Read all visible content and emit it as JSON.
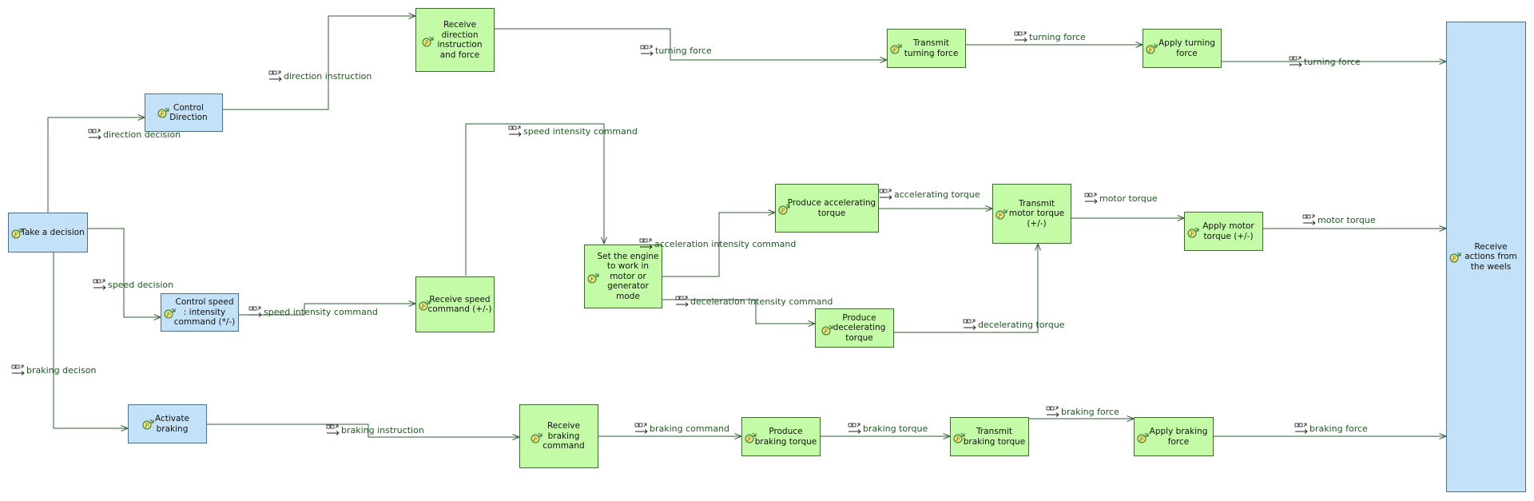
{
  "functions": {
    "take_decision": "Take a decision",
    "control_direction": "Control\nDirection",
    "control_speed": "Control speed\n: intensity\ncommand (*/-)",
    "activate_braking": "Activate\nbraking",
    "receive_direction": "Receive\ndirection\ninstruction\nand force",
    "receive_speed": "Receive speed\ncommand (+/-)",
    "set_engine": "Set the engine\nto work in\nmotor or\ngenerator\nmode",
    "produce_accelerating": "Produce accelerating\ntorque",
    "produce_decelerating": "Produce\ndecelerating\ntorque",
    "transmit_turning": "Transmit\nturning force",
    "apply_turning": "Apply turning\nforce",
    "transmit_motor": "Transmit\nmotor torque\n(+/-)",
    "apply_motor": "Apply motor\ntorque (+/-)",
    "receive_braking": "Receive\nbraking\ncommand",
    "produce_braking": "Produce\nbraking torque",
    "transmit_braking": "Transmit\nbraking torque",
    "apply_braking": "Apply braking\nforce",
    "receive_actions": "Receive\nactions from\nthe weels"
  },
  "flows": {
    "direction_decision": "direction decision",
    "speed_decision": "speed decision",
    "braking_decison": "braking decison",
    "direction_instruction": "direction instruction",
    "speed_intensity_command_1": "speed intensity command",
    "speed_intensity_command_2": "speed intensity command",
    "braking_instruction": "braking instruction",
    "turning_force_1": "turning force",
    "turning_force_2": "turning force",
    "turning_force_3": "turning force",
    "acceleration_intensity_command": "acceleration intensity command",
    "deceleration_intensity_command": "deceleration intensity command",
    "accelerating_torque": "accelerating torque",
    "decelerating_torque": "decelerating torque",
    "motor_torque_1": "motor torque",
    "motor_torque_2": "motor torque",
    "braking_command": "braking command",
    "braking_torque": "braking torque",
    "braking_force_1": "braking force",
    "braking_force_2": "braking force"
  },
  "colors": {
    "function_blue": "#c4e2f7",
    "function_green": "#c4fba6",
    "edge": "#2f5f2f",
    "flow_label": "#1e5a1e"
  },
  "icons": {
    "function": "function-icon",
    "exchange_item": "exchange-item-icon"
  }
}
